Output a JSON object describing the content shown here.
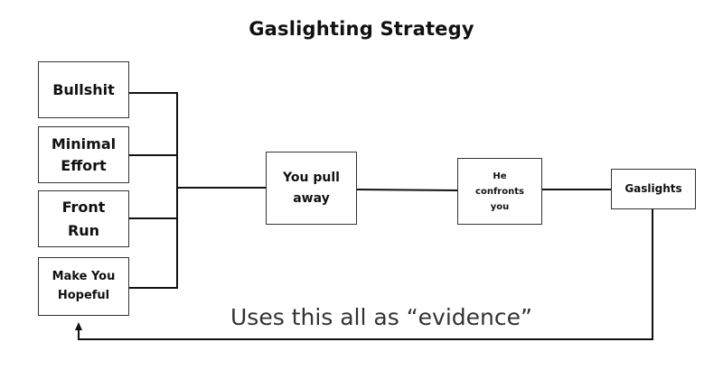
{
  "diagram": {
    "title": "Gaslighting Strategy",
    "tactics": [
      {
        "label": "Bullshit"
      },
      {
        "label": "Minimal\nEffort"
      },
      {
        "label": "Front\nRun"
      },
      {
        "label": "Make You\nHopeful"
      }
    ],
    "steps": [
      {
        "label": "You pull\naway"
      },
      {
        "label": "He\nconfronts\nyou"
      },
      {
        "label": "Gaslights"
      }
    ],
    "feedback_label": "Uses this all as “evidence”",
    "line_color": "#111111"
  }
}
